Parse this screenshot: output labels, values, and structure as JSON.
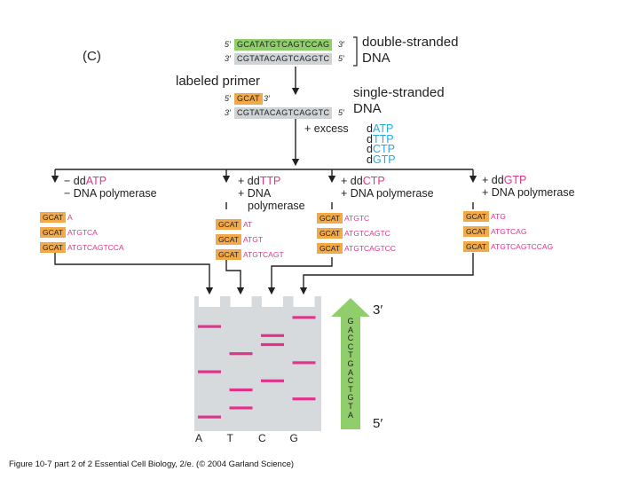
{
  "panel_label": "(C)",
  "template": {
    "top_5_end": "5′",
    "top_seq": "GCATATGTCAGTCCAG",
    "top_3_end": "3′",
    "bottom_3_end": "3′",
    "bottom_seq": "CGTATACAGTCAGGTC",
    "bottom_5_end": "5′",
    "label_line1": "double-stranded",
    "label_line2": "DNA"
  },
  "primer": {
    "label": "labeled primer",
    "primer_5_end": "5′",
    "primer_seq": "GCAT",
    "primer_3_end": "3′",
    "strand_3_end": "3′",
    "strand_seq": "CGTATACAGTCAGGTC",
    "strand_5_end": "5′",
    "label_line1": "single-stranded",
    "label_line2": "DNA"
  },
  "excess": {
    "label": "+ excess",
    "items": [
      {
        "prefix": "d",
        "base": "ATP"
      },
      {
        "prefix": "d",
        "base": "TTP"
      },
      {
        "prefix": "d",
        "base": "CTP"
      },
      {
        "prefix": "d",
        "base": "GTP"
      }
    ]
  },
  "reactions": [
    {
      "line1_prefix": "− dd",
      "line1_base": "ATP",
      "line2": "− DNA polymerase",
      "line3": "",
      "fragments": [
        {
          "primer": "GCAT",
          "seq": "A"
        },
        {
          "primer": "GCAT",
          "seq": "ATGTCA"
        },
        {
          "primer": "GCAT",
          "seq": "ATGTCAGTCCA"
        }
      ]
    },
    {
      "line1_prefix": "+ dd",
      "line1_base": "TTP",
      "line2": "+ DNA",
      "line3": "polymerase",
      "fragments": [
        {
          "primer": "GCAT",
          "seq": "AT"
        },
        {
          "primer": "GCAT",
          "seq": "ATGT"
        },
        {
          "primer": "GCAT",
          "seq": "ATGTCAGT"
        }
      ]
    },
    {
      "line1_prefix": "+ dd",
      "line1_base": "CTP",
      "line2": "+ DNA polymerase",
      "line3": "",
      "fragments": [
        {
          "primer": "GCAT",
          "seq": "ATGTC"
        },
        {
          "primer": "GCAT",
          "seq": "ATGTCAGTC"
        },
        {
          "primer": "GCAT",
          "seq": "ATGTCAGTCC"
        }
      ]
    },
    {
      "line1_prefix": "+ dd",
      "line1_base": "GTP",
      "line2": "+ DNA polymerase",
      "line3": "",
      "fragments": [
        {
          "primer": "GCAT",
          "seq": "ATG"
        },
        {
          "primer": "GCAT",
          "seq": "ATGTCAG"
        },
        {
          "primer": "GCAT",
          "seq": "ATGTCAGTCCAG"
        }
      ]
    }
  ],
  "gel": {
    "lanes": [
      "A",
      "T",
      "C",
      "G"
    ],
    "band_color": "#e0348c",
    "gel_color": "#d7dadc",
    "bands": [
      {
        "lane": "A",
        "length": 1
      },
      {
        "lane": "T",
        "length": 2
      },
      {
        "lane": "G",
        "length": 3
      },
      {
        "lane": "T",
        "length": 4
      },
      {
        "lane": "C",
        "length": 5
      },
      {
        "lane": "A",
        "length": 6
      },
      {
        "lane": "G",
        "length": 7
      },
      {
        "lane": "T",
        "length": 8
      },
      {
        "lane": "C",
        "length": 9
      },
      {
        "lane": "C",
        "length": 10
      },
      {
        "lane": "A",
        "length": 11
      },
      {
        "lane": "G",
        "length": 12
      }
    ]
  },
  "readout": {
    "top_label": "3′",
    "bottom_label": "5′",
    "letters": [
      "G",
      "A",
      "C",
      "C",
      "T",
      "G",
      "A",
      "C",
      "T",
      "G",
      "T",
      "A"
    ],
    "arrow_color": "#8fce6a"
  },
  "caption": "Figure 10-7 part 2 of 2  Essential Cell Biology, 2/e. (© 2004 Garland Science)"
}
